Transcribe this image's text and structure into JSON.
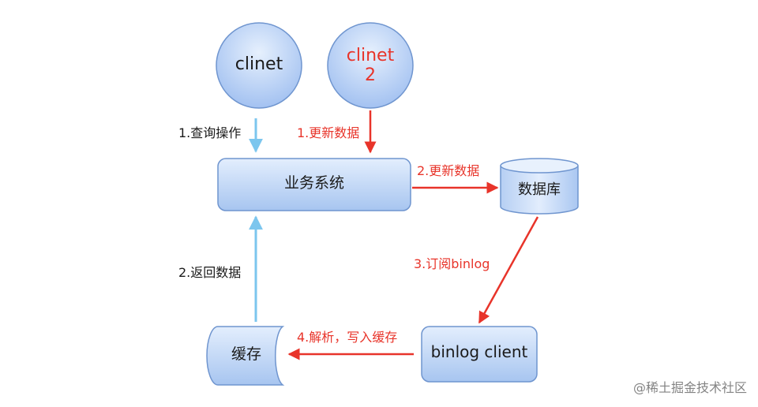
{
  "nodes": {
    "client1": "clinet",
    "client2_line1": "clinet",
    "client2_line2": "2",
    "business_system": "业务系统",
    "database": "数据库",
    "binlog_client": "binlog client",
    "cache": "缓存"
  },
  "edges": {
    "query_op": "1.查询操作",
    "update_data_1": "1.更新数据",
    "update_data_2": "2.更新数据",
    "return_data": "2.返回数据",
    "subscribe_binlog": "3.订阅binlog",
    "parse_write_cache": "4.解析，写入缓存"
  },
  "watermark": "@稀土掘金技术社区",
  "colors": {
    "red": "#e8342a",
    "blue_arrow": "#7cc6ee",
    "node_text": "#1a1a1a",
    "client2_text": "#e8342a",
    "node_fill_light": "#d9e7fb",
    "node_fill_dark": "#9fbfed",
    "node_stroke": "#6f95cf"
  }
}
